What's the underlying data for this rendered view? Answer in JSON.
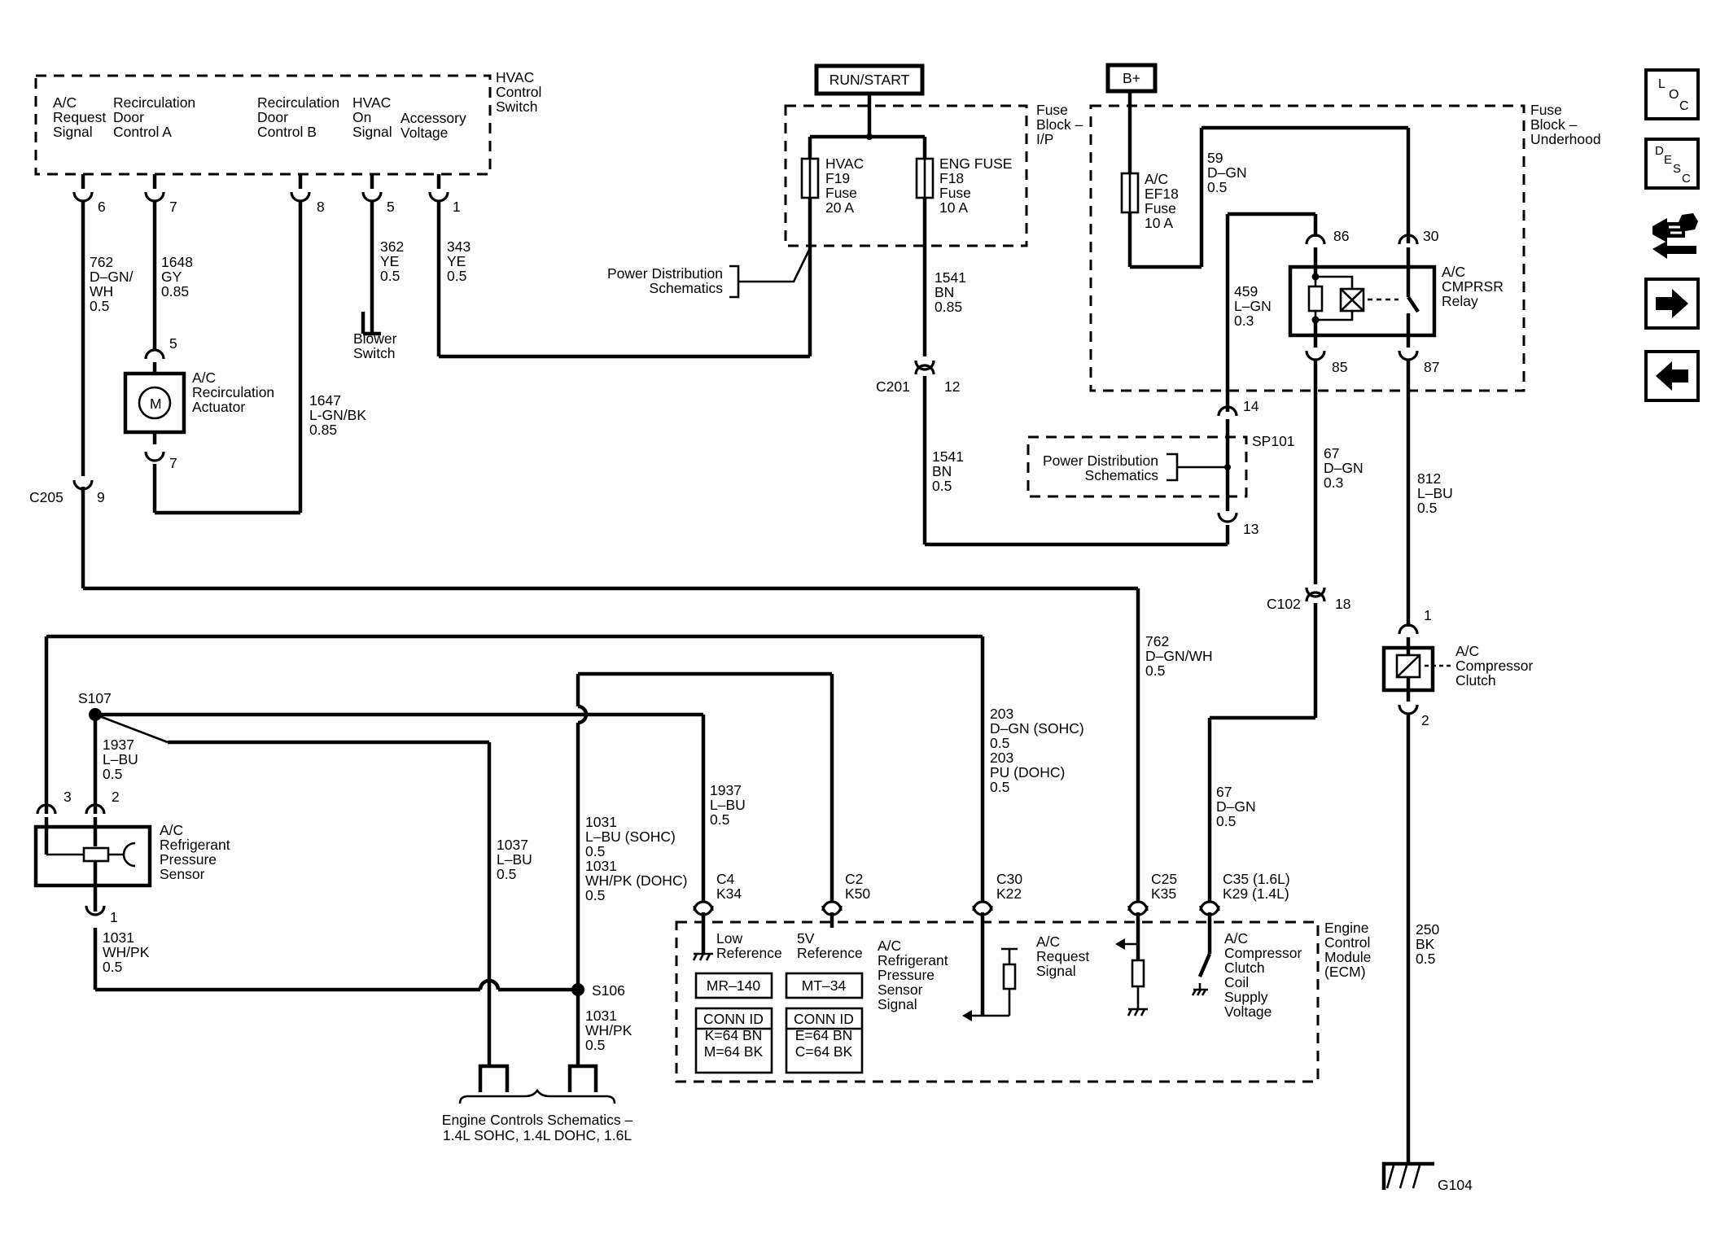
{
  "switch": {
    "title": [
      "HVAC",
      "Control",
      "Switch"
    ],
    "pins": [
      {
        "label": [
          "A/C",
          "Request",
          "Signal"
        ],
        "num": "6"
      },
      {
        "label": [
          "Recirculation",
          "Door",
          "Control A"
        ],
        "num": "7"
      },
      {
        "label": [
          "Recirculation",
          "Door",
          "Control B"
        ],
        "num": "8"
      },
      {
        "label": [
          "HVAC",
          "On",
          "Signal"
        ],
        "num": "5"
      },
      {
        "label": [
          "Accessory",
          "Voltage"
        ],
        "num": "1"
      }
    ]
  },
  "wires": {
    "w762a": [
      "762",
      "D–GN/",
      "WH",
      "0.5"
    ],
    "w1648": [
      "1648",
      "GY",
      "0.85"
    ],
    "w362": [
      "362",
      "YE",
      "0.5"
    ],
    "w343": [
      "343",
      "YE",
      "0.5"
    ],
    "w1647": [
      "1647",
      "L-GN/BK",
      "0.85"
    ],
    "w1541a": [
      "1541",
      "BN",
      "0.85"
    ],
    "w1541b": [
      "1541",
      "BN",
      "0.5"
    ],
    "w59": [
      "59",
      "D–GN",
      "0.5"
    ],
    "w459": [
      "459",
      "L–GN",
      "0.3"
    ],
    "w67a": [
      "67",
      "D–GN",
      "0.3"
    ],
    "w812": [
      "812",
      "L–BU",
      "0.5"
    ],
    "w762b": [
      "762",
      "D–GN/WH",
      "0.5"
    ],
    "w203": [
      "203",
      "D–GN (SOHC)",
      "0.5",
      "203",
      "PU (DOHC)",
      "0.5"
    ],
    "w67b": [
      "67",
      "D–GN",
      "0.5"
    ],
    "w250": [
      "250",
      "BK",
      "0.5"
    ],
    "w1937a": [
      "1937",
      "L–BU",
      "0.5"
    ],
    "w1937b": [
      "1937",
      "L–BU",
      "0.5"
    ],
    "w1037": [
      "1037",
      "L–BU",
      "0.5"
    ],
    "w1031a": [
      "1031",
      "L–BU (SOHC)",
      "0.5",
      "1031",
      "WH/PK (DOHC)",
      "0.5"
    ],
    "w1031b": [
      "1031",
      "WH/PK",
      "0.5"
    ],
    "w1031c": [
      "1031",
      "WH/PK",
      "0.5"
    ]
  },
  "power": {
    "run_start": "RUN/START",
    "bplus": "B+"
  },
  "fuse_block_ip": {
    "title": [
      "Fuse",
      "Block –",
      "I/P"
    ],
    "hvac_fuse": [
      "HVAC",
      "F19",
      "Fuse",
      "20 A"
    ],
    "eng_fuse": [
      "ENG FUSE",
      "F18",
      "Fuse",
      "10 A"
    ]
  },
  "fuse_block_uh": {
    "title": [
      "Fuse",
      "Block –",
      "Underhood"
    ],
    "ac_fuse": [
      "A/C",
      "EF18",
      "Fuse",
      "10 A"
    ]
  },
  "relay": {
    "label": [
      "A/C",
      "CMPRSR",
      "Relay"
    ],
    "pins": {
      "p86": "86",
      "p30": "30",
      "p85": "85",
      "p87": "87"
    }
  },
  "pds_1": [
    "Power Distribution",
    "Schematics"
  ],
  "pds_2": [
    "Power Distribution",
    "Schematics"
  ],
  "components": {
    "actuator": [
      "A/C",
      "Recirculation",
      "Actuator"
    ],
    "motor_symbol": "M",
    "blower_switch": [
      "Blower",
      "Switch"
    ],
    "pressure_sensor": [
      "A/C",
      "Refrigerant",
      "Pressure",
      "Sensor"
    ],
    "clutch": [
      "A/C",
      "Compressor",
      "Clutch"
    ]
  },
  "pin_numbers": {
    "act_top": "5",
    "act_bot": "7",
    "c201": "12",
    "sp101_top": "14",
    "sp101_bot": "13",
    "c205": "9",
    "c102": "18",
    "clutch_top": "1",
    "clutch_bot": "2",
    "sensor_3": "3",
    "sensor_2": "2",
    "sensor_1": "1"
  },
  "connectors": {
    "c201": "C201",
    "c205": "C205",
    "c102": "C102",
    "sp101": "SP101",
    "s107": "S107",
    "s106": "S106",
    "g104": "G104"
  },
  "ecm": {
    "title": [
      "Engine",
      "Control",
      "Module",
      "(ECM)"
    ],
    "pins": {
      "c4": [
        "C4",
        "K34"
      ],
      "c2": [
        "C2",
        "K50"
      ],
      "c30": [
        "C30",
        "K22"
      ],
      "c25": [
        "C25",
        "K35"
      ],
      "c35": [
        "C35 (1.6L)",
        "K29 (1.4L)"
      ]
    },
    "low_ref": [
      "Low",
      "Reference"
    ],
    "five_ref": [
      "5V",
      "Reference"
    ],
    "sensor_signal": [
      "A/C",
      "Refrigerant",
      "Pressure",
      "Sensor",
      "Signal"
    ],
    "request_signal": [
      "A/C",
      "Request",
      "Signal"
    ],
    "clutch_supply": [
      "A/C",
      "Compressor",
      "Clutch",
      "Coil",
      "Supply",
      "Voltage"
    ],
    "conn_m": "MR–140",
    "conn_t": "MT–34",
    "conn_id_1": [
      "CONN ID",
      "K=64 BN",
      "M=64 BK"
    ],
    "conn_id_2": [
      "CONN ID",
      "E=64 BN",
      "C=64 BK"
    ]
  },
  "engine_controls": [
    "Engine Controls Schematics –",
    "1.4L SOHC, 1.4L DOHC, 1.6L"
  ],
  "nav": {
    "loc": [
      "L",
      "O",
      "C"
    ],
    "desc": [
      "D",
      "E",
      "S",
      "C"
    ]
  }
}
